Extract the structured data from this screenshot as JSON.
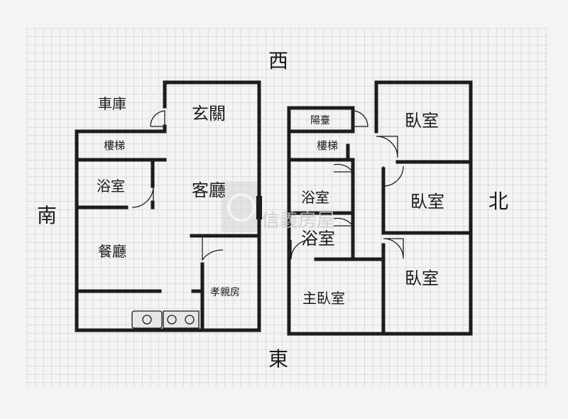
{
  "compass": {
    "west": "西",
    "east": "東",
    "south": "南",
    "north": "北"
  },
  "left_floor": {
    "garage": "車庫",
    "entrance": "玄關",
    "stairs": "樓梯",
    "bathroom": "浴室",
    "living_room": "客廳",
    "dining_room": "餐廳",
    "elder_room": "孝親房"
  },
  "right_floor": {
    "balcony": "陽臺",
    "stairs": "樓梯",
    "bathroom_1": "浴室",
    "bathroom_2": "浴室",
    "bedroom_1": "臥室",
    "bedroom_2": "臥室",
    "bedroom_3": "臥室",
    "master_bedroom": "主臥室"
  },
  "watermark": {
    "text": "信義房屋"
  },
  "colors": {
    "wall": "#1c1c1c",
    "grid": "#9c9c9c",
    "paper": "#f4f4f2",
    "watermark": "#d0d0d0"
  }
}
